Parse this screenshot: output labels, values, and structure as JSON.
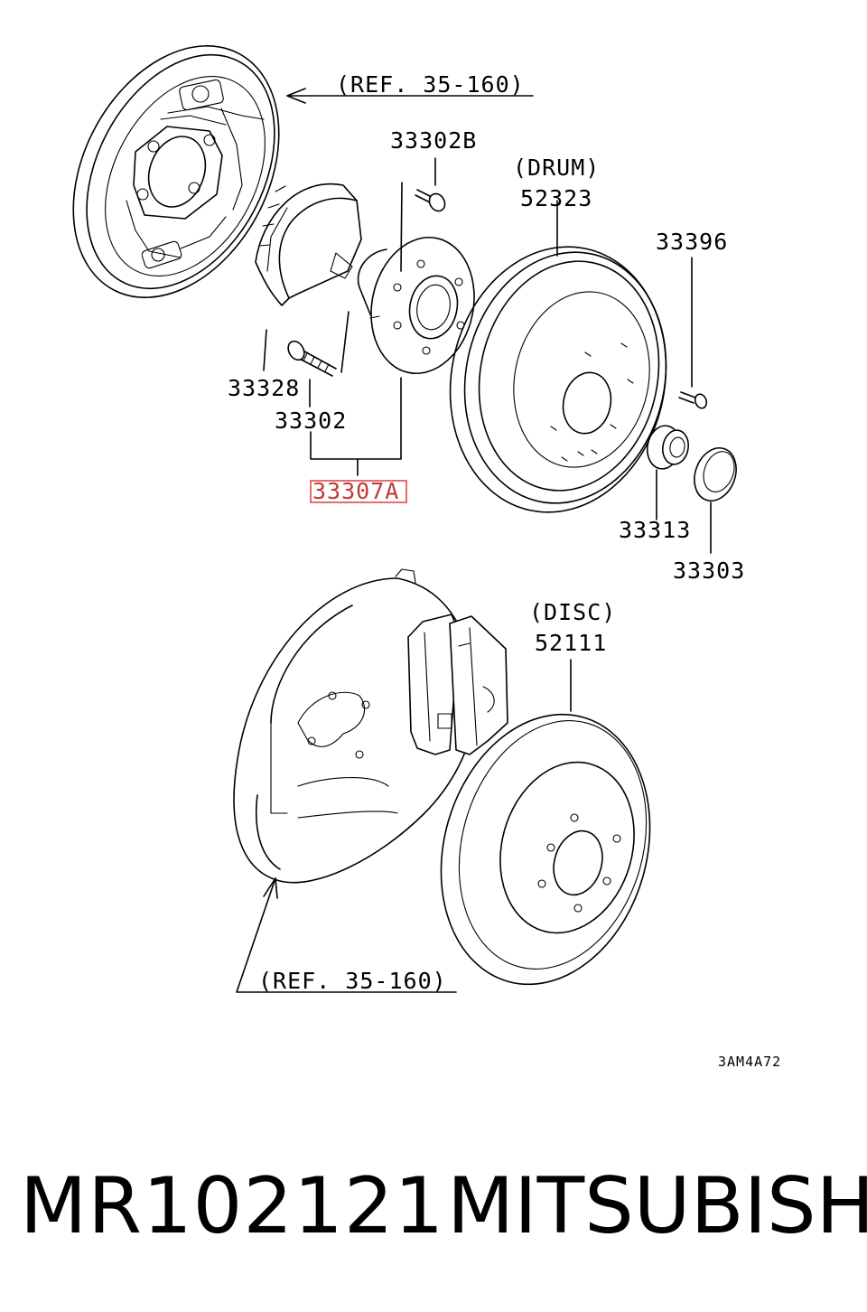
{
  "diagram": {
    "ref_top": "(REF. 35-160)",
    "ref_bottom": "(REF. 35-160)",
    "drum_label": "(DRUM)",
    "disc_label": "(DISC)",
    "code": "3AM4A72",
    "parts": {
      "p33302B": "33302B",
      "p52323": "52323",
      "p33396": "33396",
      "p33328": "33328",
      "p33302": "33302",
      "p33307A": "33307A",
      "p33313": "33313",
      "p33303": "33303",
      "p52111": "52111"
    },
    "highlight_color": "#e04848"
  },
  "footer": {
    "part_number": "MR102121",
    "brand": "MITSUBISHI"
  }
}
